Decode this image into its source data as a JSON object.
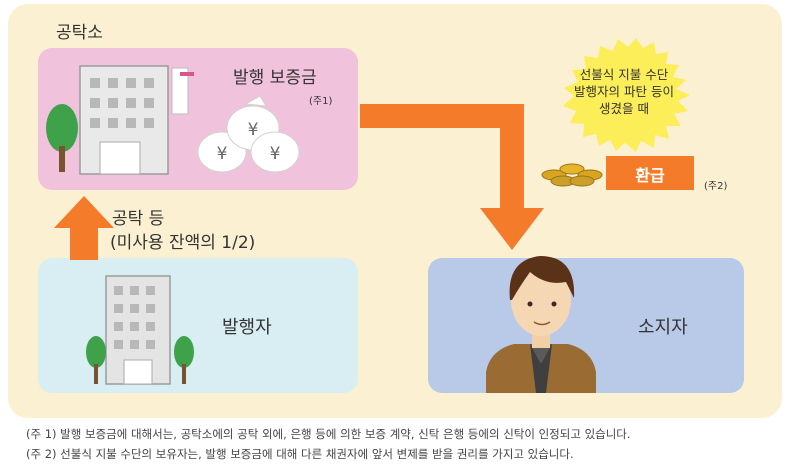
{
  "diagram": {
    "deposit_office": "공탁소",
    "guarantee_title": "발행 보증금",
    "note_mark_1": "(주1)",
    "burst_lines": [
      "선불식 지불 수단",
      "발행자의 파탄 등이",
      "생겼을 때"
    ],
    "refund_label": "환급",
    "note_mark_2": "(주2)",
    "deposit_lines": [
      "공탁 등",
      "(미사용 잔액의 1/2)"
    ],
    "issuer_label": "발행자",
    "holder_label": "소지자"
  },
  "notes": [
    "(주 1) 발행 보증금에 대해서는, 공탁소에의 공탁 외에, 은행 등에 의한 보증 계약, 신탁 은행 등에의 신탁이 인정되고 있습니다.",
    "(주 2) 선불식 지불 수단의 보유자는, 발행 보증금에 대해 다른 채권자에 앞서 변제를 받을 권리를 가지고 있습니다."
  ],
  "colors": {
    "panel": "#fcf0d3",
    "deposit_box": "#f1c2dc",
    "issuer_box": "#d8eef3",
    "holder_box": "#b9c9e8",
    "arrow": "#f47b2a",
    "burst": "#fcee58"
  },
  "icons": [
    "office-building-icon",
    "money-bag-icon",
    "tree-icon",
    "coins-icon",
    "person-icon"
  ]
}
